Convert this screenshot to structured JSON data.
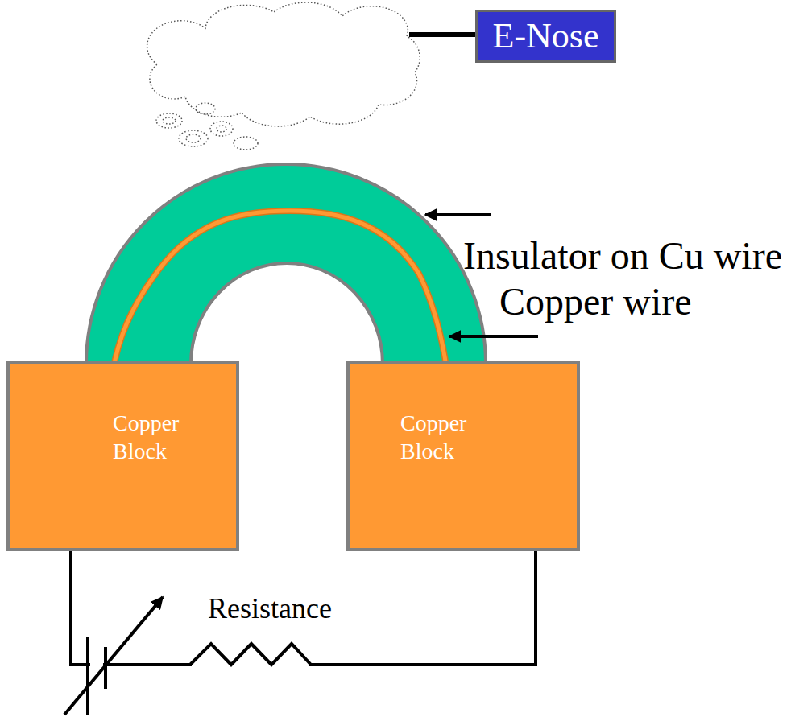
{
  "diagram": {
    "nodes": [
      {
        "text": [
          "E-Nose"
        ]
      },
      {
        "text": [
          "Copper Block"
        ]
      },
      {
        "text": [
          "Copper Block"
        ]
      }
    ],
    "edges": [
      {
        "from": 1,
        "to": 2,
        "arrow": "none"
      }
    ],
    "labels": [
      "Insulator on Cu wire",
      "Copper wire",
      "Resistance"
    ]
  }
}
